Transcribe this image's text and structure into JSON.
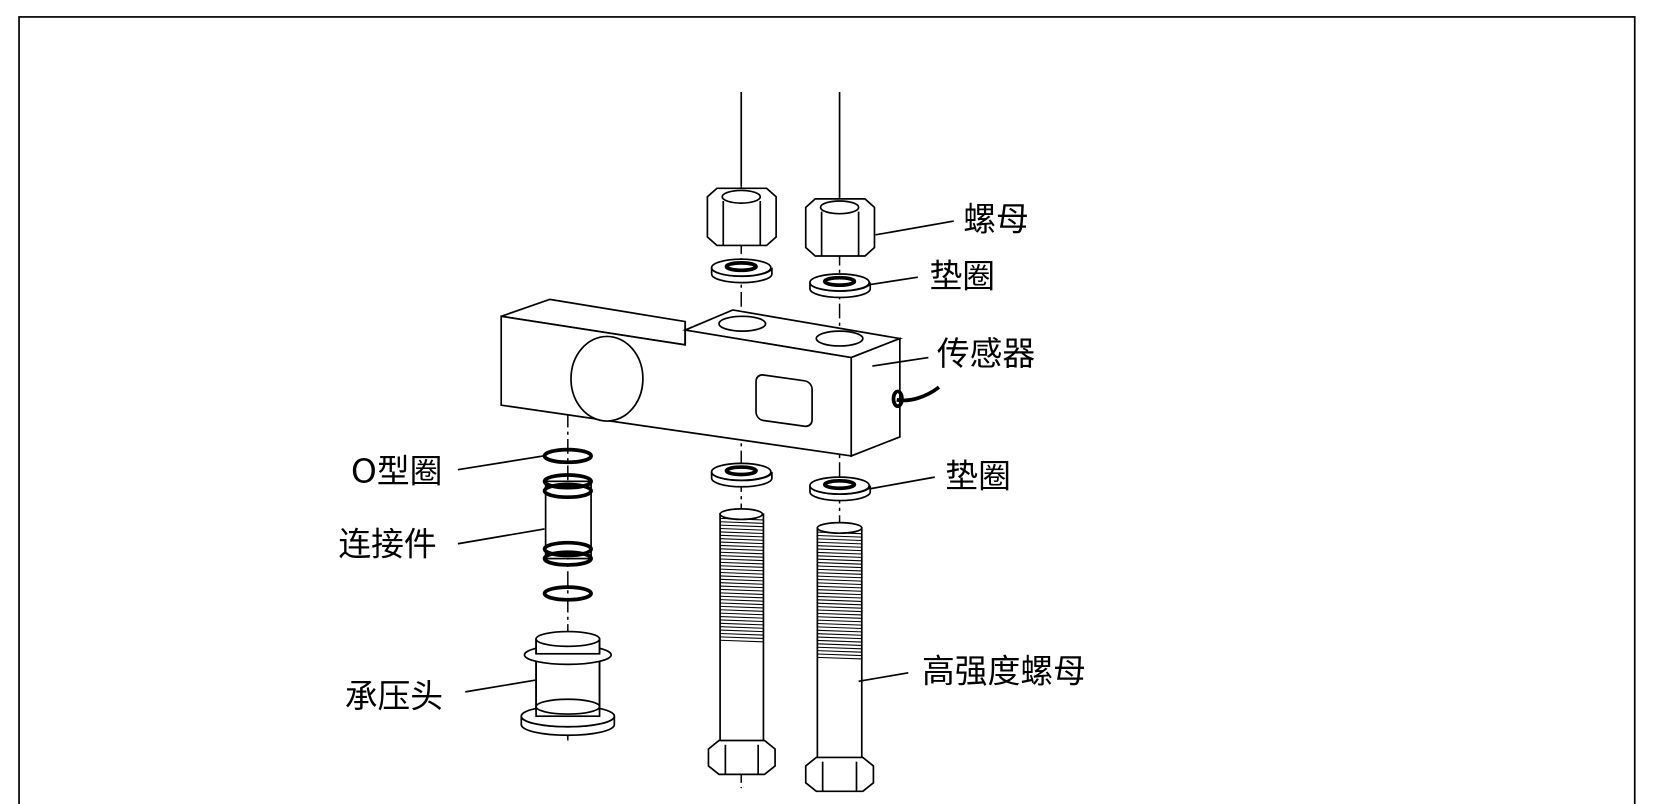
{
  "labels": {
    "nut": "螺母",
    "washer_top": "垫圈",
    "sensor": "传感器",
    "o_ring": "O型圈",
    "washer_bottom": "垫圈",
    "connector": "连接件",
    "bearing_head": "承压头",
    "high_strength_bolt": "高强度螺母"
  },
  "colors": {
    "line": "#000000",
    "background": "#ffffff"
  }
}
